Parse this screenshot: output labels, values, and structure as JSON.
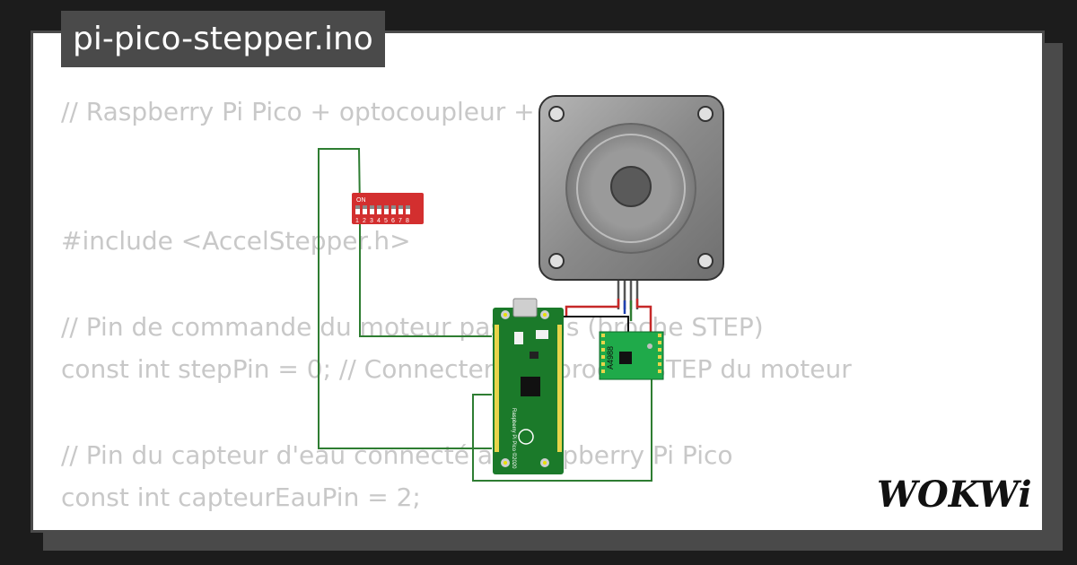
{
  "tab": {
    "filename": "pi-pico-stepper.ino"
  },
  "code_lines": [
    "// Raspberry Pi Pico + optocoupleur + capteur d'eau",
    "#include <AccelStepper.h>",
    "// Pin de commande du moteur pas à pas (broche STEP)",
    "const int stepPin = 0; // Connecter à la broche STEP du moteur",
    "// Pin du capteur d'eau connecté au Raspberry Pi Pico",
    "const int capteurEauPin = 2;"
  ],
  "dip_switch": {
    "on_label": "ON",
    "numbers": [
      "1",
      "2",
      "3",
      "4",
      "5",
      "6",
      "7",
      "8"
    ]
  },
  "driver": {
    "label": "A4988"
  },
  "pico": {
    "label": "Raspberry Pi Pico ©2020"
  },
  "logo": {
    "text": "WOKWi"
  },
  "colors": {
    "background": "#1c1c1c",
    "frame": "#4a4a4a",
    "code_text": "#c8c8c8",
    "wire_green": "#2e7d32",
    "wire_black": "#111111",
    "board_green": "#1b7a2a",
    "dip_red": "#d32f2f"
  }
}
